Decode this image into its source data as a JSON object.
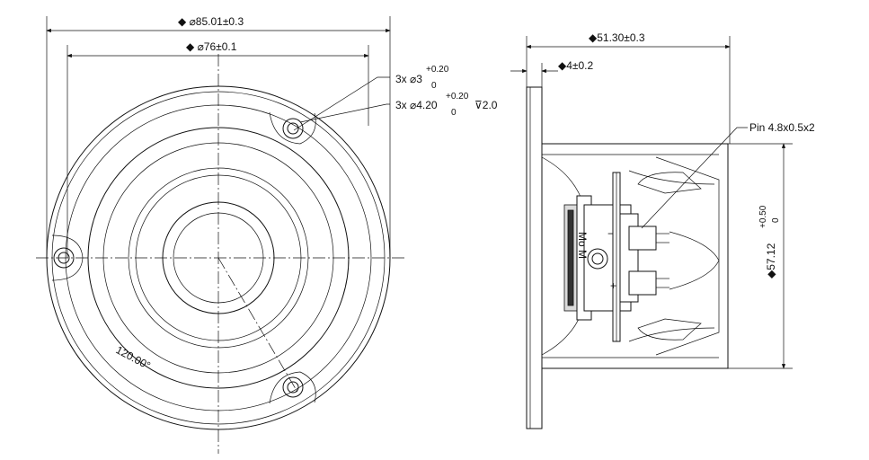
{
  "front_view": {
    "outer_diameter": {
      "symbol": "◆",
      "value": "⌀85.01",
      "tolerance": "±0.3"
    },
    "bolt_circle": {
      "symbol": "◆",
      "value": "⌀76",
      "tolerance": "±0.1"
    },
    "hole_small": {
      "prefix": "3x ⌀3",
      "tol_upper": "+0.20",
      "tol_lower": "0"
    },
    "hole_counterbore": {
      "prefix": "3x ⌀4.20",
      "tol_upper": "+0.20",
      "tol_lower": "0",
      "depth": "⊽2.0"
    },
    "angle": "120.00°"
  },
  "side_view": {
    "depth": {
      "symbol": "◆",
      "value": "51.30",
      "tolerance": "±0.3"
    },
    "flange": {
      "symbol": "◆",
      "value": "4",
      "tolerance": "±0.2"
    },
    "pin": "Pin 4.8x0.5x2",
    "height": {
      "symbol": "◆",
      "value": "57.12",
      "tol_upper": "+0.50",
      "tol_lower": "0"
    },
    "terminal_minus": "−",
    "terminal_plus": "+",
    "magnet_text": "Mo M"
  },
  "colors": {
    "line": "#111111",
    "background": "#ffffff"
  }
}
